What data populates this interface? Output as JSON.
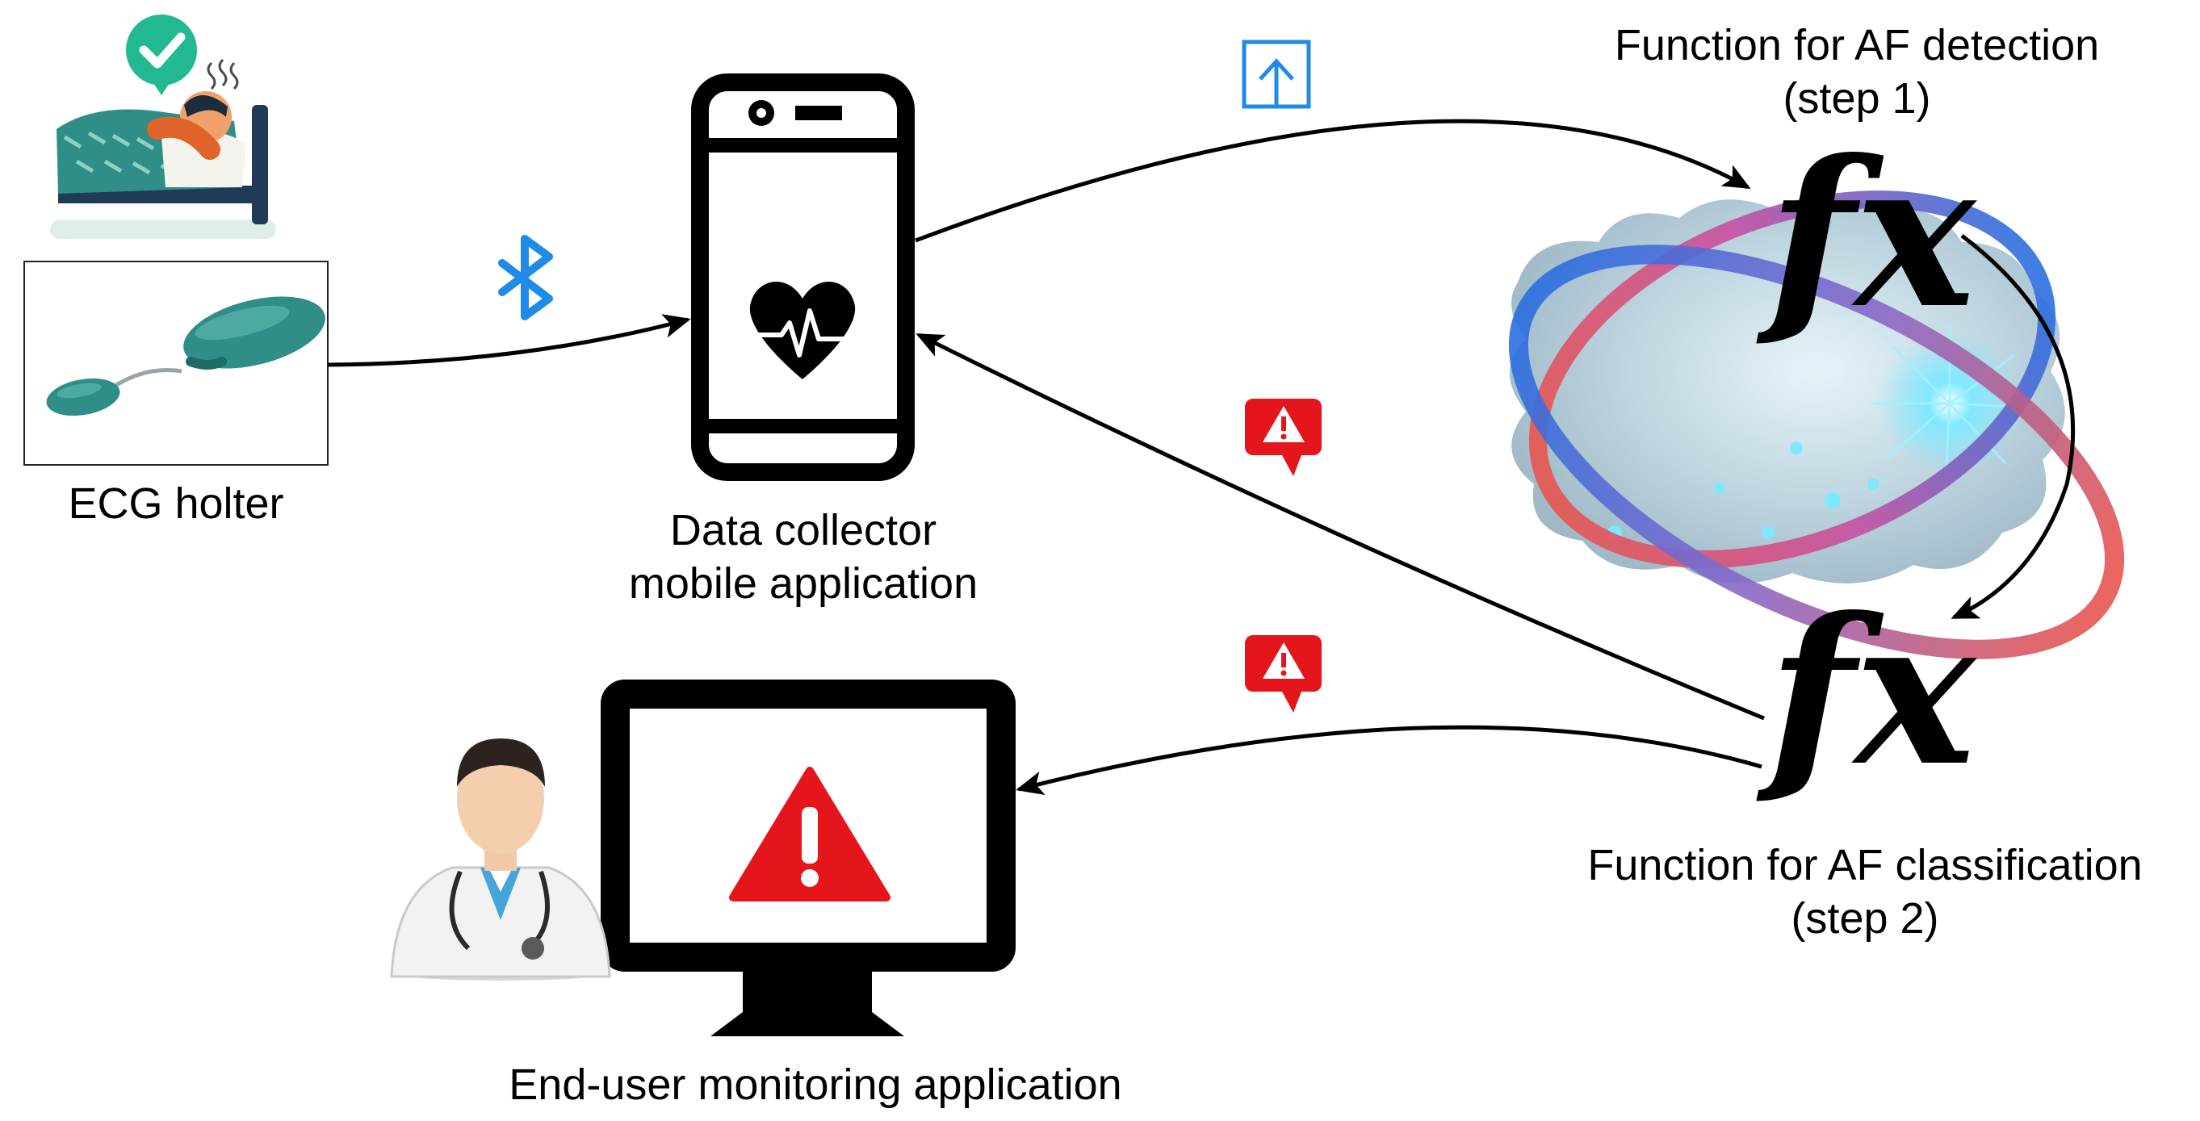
{
  "labels": {
    "ecg": "ECG holter",
    "collector_line1": "Data collector",
    "collector_line2": "mobile application",
    "detection_line1": "Function for AF detection",
    "detection_line2": "(step 1)",
    "classification_line1": "Function for AF classification",
    "classification_line2": "(step 2)",
    "enduser": "End-user monitoring application",
    "fx_top": "fx",
    "fx_bottom": "fx"
  },
  "icons": {
    "patient": "patient-in-bed-icon",
    "check": "check-badge-icon",
    "ecg_device": "ecg-holter-device-icon",
    "bluetooth": "bluetooth-icon",
    "phone": "smartphone-icon",
    "heart": "heart-ecg-icon",
    "upload": "upload-icon",
    "cloud": "cloud-icon",
    "alert_small": "alert-message-icon",
    "monitor": "monitor-icon",
    "warning": "warning-triangle-icon",
    "doctor": "doctor-icon"
  },
  "colors": {
    "teal": "#2f8f88",
    "bluetooth_blue": "#1f8be8",
    "alert_red": "#e4161b",
    "orbit_red": "#e8554f",
    "orbit_blue": "#2a6fe0",
    "cloud": "#b8d0dc"
  }
}
